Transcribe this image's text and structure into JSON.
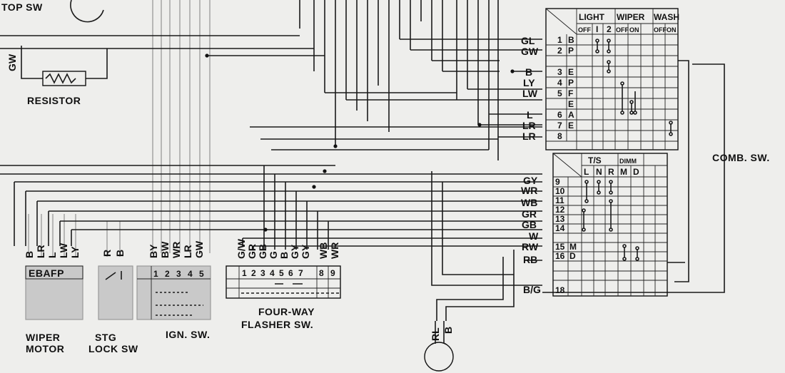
{
  "labels": {
    "stop_sw": "TOP SW",
    "resistor": "RESISTOR",
    "gw_left": "GW",
    "comb_sw": "COMB. SW.",
    "wiper_motor_1": "WIPER",
    "wiper_motor_2": "MOTOR",
    "stg_lock_1": "STG",
    "stg_lock_2": "LOCK SW",
    "ign_sw": "IGN. SW.",
    "flasher_1": "FOUR-WAY",
    "flasher_2": "FLASHER SW."
  },
  "comb_upper": {
    "headers": [
      "LIGHT",
      "WIPER",
      "WASH"
    ],
    "subheaders": [
      "OFF",
      "I",
      "2",
      "OFF",
      "ON",
      "OFF",
      "ON"
    ],
    "rows": [
      {
        "wire": "GL",
        "num": "1",
        "code": "B"
      },
      {
        "wire": "GW",
        "num": "2",
        "code": "P"
      },
      {
        "wire": "B",
        "num": "3",
        "code": "E"
      },
      {
        "wire": "LY",
        "num": "4",
        "code": "P"
      },
      {
        "wire": "LW",
        "num": "5",
        "code": "F"
      },
      {
        "wire": "",
        "num": "",
        "code": "E"
      },
      {
        "wire": "L",
        "num": "6",
        "code": "A"
      },
      {
        "wire": "LR",
        "num": "7",
        "code": "E"
      },
      {
        "wire": "LR",
        "num": "8",
        "code": ""
      }
    ]
  },
  "comb_lower": {
    "headers": [
      "T/S",
      "DIMM"
    ],
    "subheaders": [
      "L",
      "N",
      "R",
      "M",
      "D"
    ],
    "rows": [
      {
        "wire": "GY",
        "num": "9",
        "code": ""
      },
      {
        "wire": "WR",
        "num": "10",
        "code": ""
      },
      {
        "wire": "WB",
        "num": "11",
        "code": ""
      },
      {
        "wire": "GR",
        "num": "12",
        "code": ""
      },
      {
        "wire": "GB",
        "num": "13",
        "code": ""
      },
      {
        "wire": "W",
        "num": "14",
        "code": ""
      },
      {
        "wire": "RW",
        "num": "15",
        "code": "M"
      },
      {
        "wire": "RB",
        "num": "16",
        "code": "D"
      },
      {
        "wire": "B/G",
        "num": "18",
        "code": ""
      }
    ]
  },
  "wiper_motor": {
    "wires": [
      "B",
      "LR",
      "L",
      "LW",
      "LY"
    ],
    "terminals": "EBAFP"
  },
  "stg_lock": {
    "wires": [
      "R",
      "B"
    ]
  },
  "ign_sw": {
    "wires": [
      "BY",
      "BW",
      "WR",
      "LR",
      "GW"
    ],
    "terminals": [
      "1",
      "2",
      "3",
      "4",
      "5"
    ]
  },
  "flasher": {
    "wires": [
      "G/W",
      "GR",
      "GB",
      "G",
      "B",
      "GY",
      "GY",
      "WB",
      "WR"
    ],
    "terminals": [
      "1",
      "2",
      "3",
      "4",
      "5",
      "6",
      "7",
      "8",
      "9"
    ]
  },
  "horn": {
    "wires": [
      "RL",
      "B"
    ]
  }
}
